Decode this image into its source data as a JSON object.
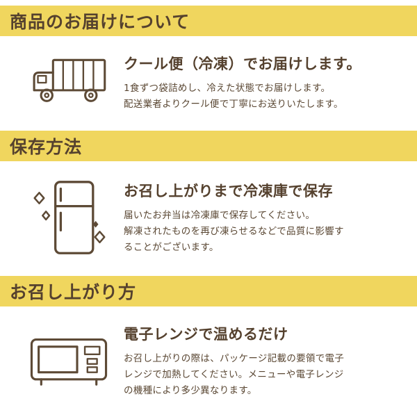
{
  "colors": {
    "banner_bg": "#f0d65e",
    "text": "#5a4733",
    "heading": "#55412e"
  },
  "sections": [
    {
      "banner": "商品のお届けについて",
      "icon": "truck-icon",
      "title": "クール便（冷凍）でお届けします。",
      "body": [
        "1食ずつ袋詰めし、冷えた状態でお届けします。",
        "配送業者よりクール便で丁寧にお送りいたします。"
      ]
    },
    {
      "banner": "保存方法",
      "icon": "refrigerator-icon",
      "title": "お召し上がりまで冷凍庫で保存",
      "body": [
        "届いたお弁当は冷凍庫で保存してください。",
        "解凍されたものを再び凍らせるなどで品質に影響す",
        "ることがございます。"
      ]
    },
    {
      "banner": "お召し上がり方",
      "icon": "microwave-icon",
      "title": "電子レンジで温めるだけ",
      "body": [
        "お召し上がりの際は、パッケージ記載の要領で電子",
        "レンジで加熱してください。メニューや電子レンジ",
        "の機種により多少異なります。"
      ]
    }
  ]
}
